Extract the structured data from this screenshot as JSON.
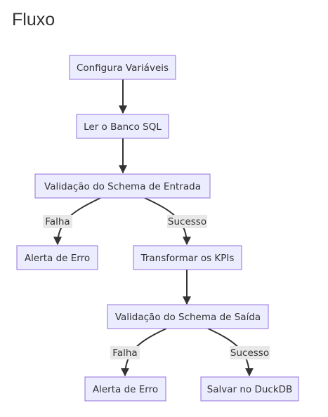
{
  "header": {
    "title": "Fluxo"
  },
  "flowchart": {
    "nodes": {
      "configura": "Configura Variáveis",
      "ler_banco": "Ler o Banco SQL",
      "validacao_entrada": "Validação do Schema de Entrada",
      "alerta_erro_1": "Alerta de Erro",
      "transformar": "Transformar os KPIs",
      "validacao_saida": "Validação do Schema de Saída",
      "alerta_erro_2": "Alerta de Erro",
      "salvar": "Salvar no DuckDB"
    },
    "edge_labels": {
      "falha_1": "Falha",
      "sucesso_1": "Sucesso",
      "falha_2": "Falha",
      "sucesso_2": "Sucesso"
    },
    "colors": {
      "node_fill": "#ECECFF",
      "node_stroke": "#9370DB",
      "edge": "#333333",
      "label_background": "#e8e8e8"
    }
  }
}
